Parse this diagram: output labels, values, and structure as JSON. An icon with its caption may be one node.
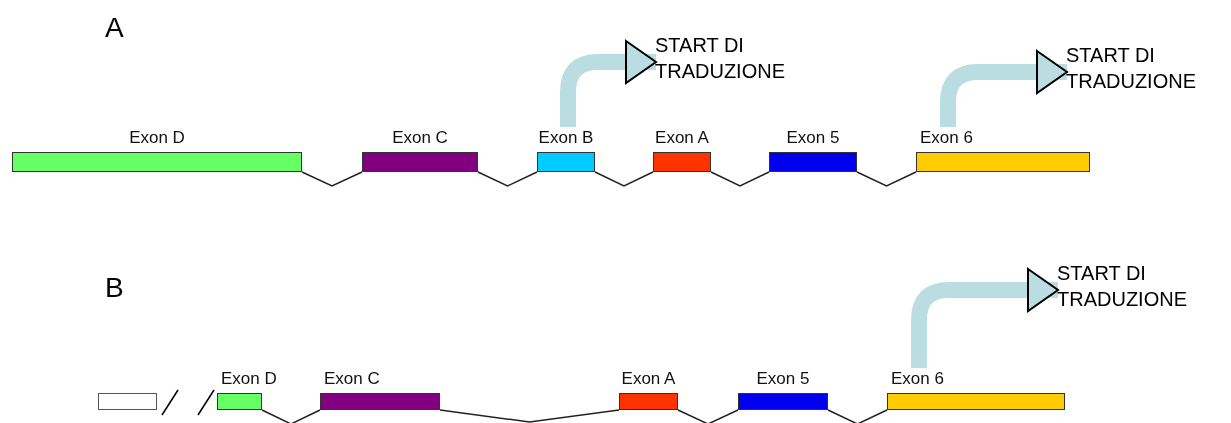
{
  "diagram": {
    "nodes": [
      {
        "text": [
          "Exon D"
        ]
      },
      {
        "text": [
          "Exon C"
        ]
      },
      {
        "text": [
          "Exon B"
        ]
      },
      {
        "text": [
          "Exon A"
        ]
      },
      {
        "text": [
          "Exon 5"
        ]
      },
      {
        "text": [
          "Exon 6"
        ]
      },
      {
        "text": [
          "START DI TRADUZIONE"
        ]
      },
      {
        "text": [
          "START DI TRADUZIONE"
        ]
      },
      {
        "text": [],
        "shape": "box"
      },
      {
        "text": [
          "Exon D"
        ]
      },
      {
        "text": [
          "Exon C"
        ]
      },
      {
        "text": [
          "Exon A"
        ]
      },
      {
        "text": [
          "Exon 5"
        ]
      },
      {
        "text": [
          "Exon 6"
        ]
      },
      {
        "text": [
          "START DI TRADUZIONE"
        ]
      }
    ],
    "edges": [
      {
        "from": 0,
        "to": 1,
        "arrow": "none"
      },
      {
        "from": 1,
        "to": 2,
        "arrow": "none"
      },
      {
        "from": 2,
        "to": 3,
        "arrow": "none"
      },
      {
        "from": 3,
        "to": 4,
        "arrow": "none"
      },
      {
        "from": 4,
        "to": 5,
        "arrow": "none"
      },
      {
        "from": 2,
        "to": 6,
        "arrow": "to",
        "style": "thick",
        "color": "#b9dde0"
      },
      {
        "from": 5,
        "to": 7,
        "arrow": "to",
        "style": "thick",
        "color": "#b9dde0"
      },
      {
        "from": 9,
        "to": 10,
        "arrow": "none"
      },
      {
        "from": 10,
        "to": 11,
        "arrow": "none"
      },
      {
        "from": 11,
        "to": 12,
        "arrow": "none"
      },
      {
        "from": 12,
        "to": 13,
        "arrow": "none"
      },
      {
        "from": 13,
        "to": 14,
        "arrow": "to",
        "style": "thick",
        "color": "#b9dde0"
      }
    ],
    "labels": [
      "A",
      "B"
    ]
  }
}
